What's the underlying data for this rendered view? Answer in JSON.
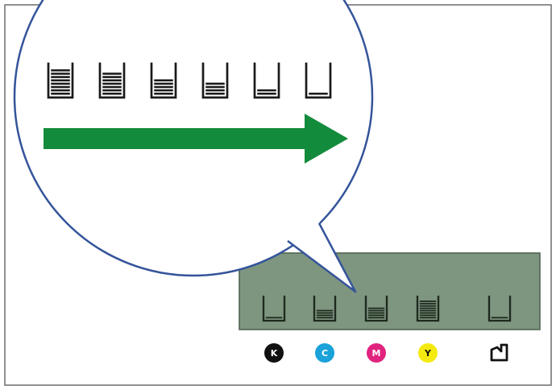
{
  "zoom_sequence": {
    "levels": [
      8,
      7,
      5,
      4,
      2,
      1
    ],
    "max_level": 9,
    "arrow_color": "#138b3c",
    "direction": "decreasing"
  },
  "lcd_panel": {
    "background_color": "#7e9580",
    "border_color": "#4a5e4c",
    "indicators": [
      {
        "id": "black",
        "label": "K",
        "level": 1,
        "badge_color": "#111111",
        "text_color": "#ffffff"
      },
      {
        "id": "cyan",
        "label": "C",
        "level": 4,
        "badge_color": "#1aa2d9",
        "text_color": "#ffffff"
      },
      {
        "id": "magenta",
        "label": "M",
        "level": 5,
        "badge_color": "#e0237e",
        "text_color": "#ffffff"
      },
      {
        "id": "yellow",
        "label": "Y",
        "level": 8,
        "badge_color": "#f4ea10",
        "text_color": "#111111"
      },
      {
        "id": "maintenance-box",
        "label": "",
        "level": 1,
        "icon": "maintenance-box-icon"
      }
    ]
  },
  "callout_outline_color": "#34549a"
}
